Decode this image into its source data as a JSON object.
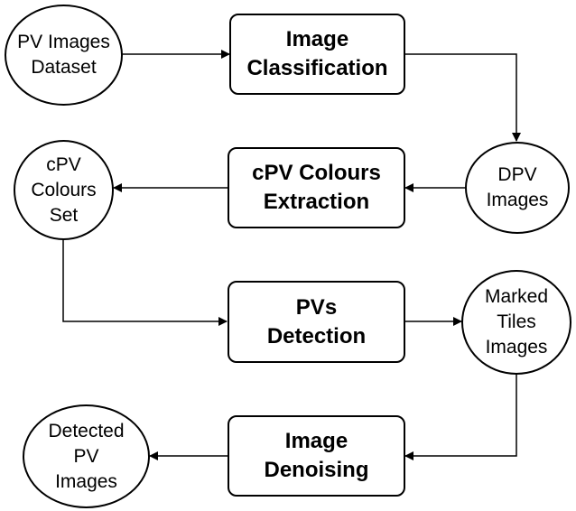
{
  "nodes": {
    "pv_images_dataset": "PV Images\nDataset",
    "image_classification": "Image\nClassification",
    "dpv_images": "DPV\nImages",
    "cpv_colours_extraction": "cPV Colours\nExtraction",
    "cpv_colours_set": "cPV\nColours\nSet",
    "pvs_detection": "PVs\nDetection",
    "marked_tiles_images": "Marked\nTiles\nImages",
    "image_denoising": "Image\nDenoising",
    "detected_pv_images": "Detected\nPV\nImages"
  }
}
